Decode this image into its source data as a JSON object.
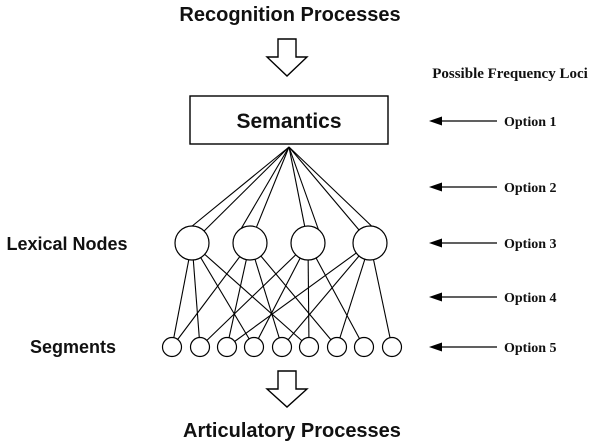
{
  "titles": {
    "top": "Recognition Processes",
    "bottom": "Articulatory Processes"
  },
  "semantics_label": "Semantics",
  "left_labels": {
    "lexical": "Lexical Nodes",
    "segments": "Segments"
  },
  "right_panel": {
    "heading": "Possible Frequency Loci",
    "options": [
      {
        "label": "Option 1"
      },
      {
        "label": "Option 2"
      },
      {
        "label": "Option 3"
      },
      {
        "label": "Option 4"
      },
      {
        "label": "Option 5"
      }
    ]
  },
  "diagram": {
    "lexical_node_count": 4,
    "segment_count": 9,
    "line_color": "#000000",
    "background_color": "#ffffff"
  }
}
